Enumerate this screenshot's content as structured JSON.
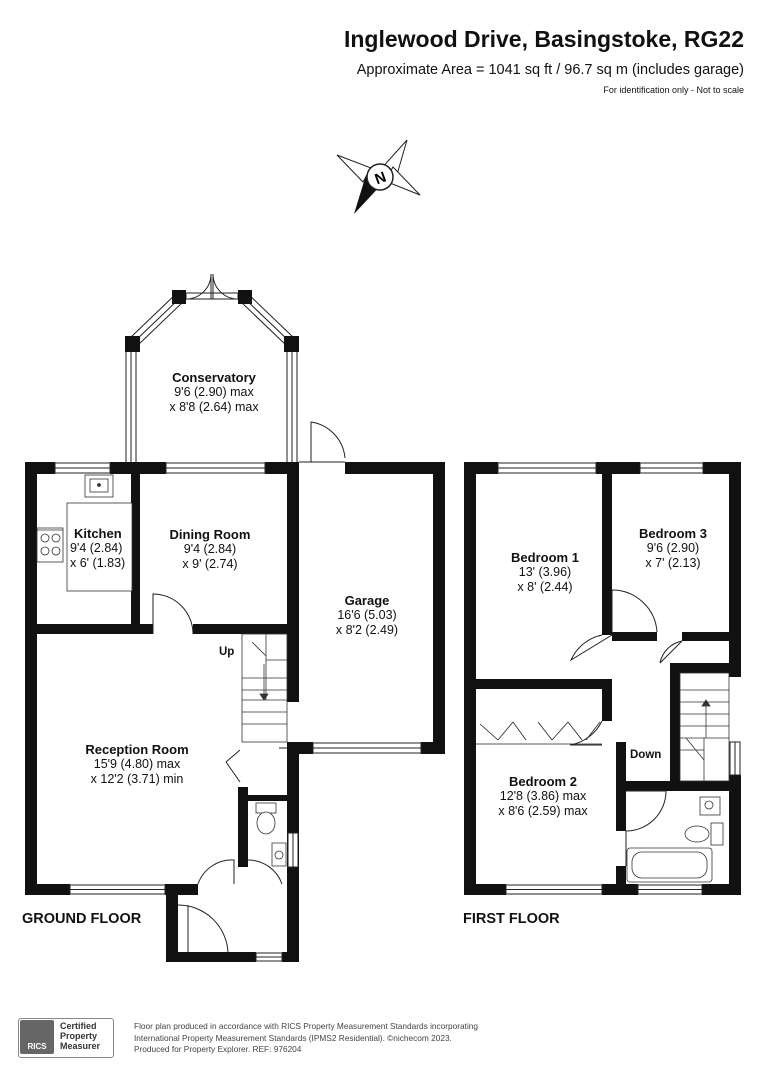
{
  "header": {
    "title": "Inglewood Drive, Basingstoke, RG22",
    "subtitle": "Approximate Area = 1041 sq ft / 96.7 sq m (includes garage)",
    "disclaimer": "For identification only - Not to scale"
  },
  "compass": {
    "label": "N",
    "icon": "compass-icon"
  },
  "floors": {
    "ground": "GROUND FLOOR",
    "first": "FIRST FLOOR"
  },
  "rooms": {
    "conservatory": {
      "name": "Conservatory",
      "dim1": "9'6 (2.90) max",
      "dim2": "x 8'8 (2.64) max"
    },
    "kitchen": {
      "name": "Kitchen",
      "dim1": "9'4 (2.84)",
      "dim2": "x 6' (1.83)"
    },
    "dining": {
      "name": "Dining Room",
      "dim1": "9'4 (2.84)",
      "dim2": "x 9' (2.74)"
    },
    "garage": {
      "name": "Garage",
      "dim1": "16'6 (5.03)",
      "dim2": "x 8'2 (2.49)"
    },
    "reception": {
      "name": "Reception Room",
      "dim1": "15'9 (4.80) max",
      "dim2": "x 12'2 (3.71) min"
    },
    "bedroom1": {
      "name": "Bedroom 1",
      "dim1": "13' (3.96)",
      "dim2": "x 8' (2.44)"
    },
    "bedroom3": {
      "name": "Bedroom 3",
      "dim1": "9'6 (2.90)",
      "dim2": "x 7' (2.13)"
    },
    "bedroom2": {
      "name": "Bedroom 2",
      "dim1": "12'8 (3.86) max",
      "dim2": "x 8'6 (2.59) max"
    }
  },
  "stairs": {
    "up": "Up",
    "down": "Down"
  },
  "footer": {
    "badge": {
      "logo": "RICS",
      "line1": "Certified",
      "line2": "Property",
      "line3": "Measurer"
    },
    "line1": "Floor plan produced in accordance with RICS Property Measurement Standards incorporating",
    "line2": "International Property Measurement Standards (IPMS2 Residential).  ©nichecom 2023.",
    "line3": "Produced for Property Explorer.  REF:  976204"
  }
}
